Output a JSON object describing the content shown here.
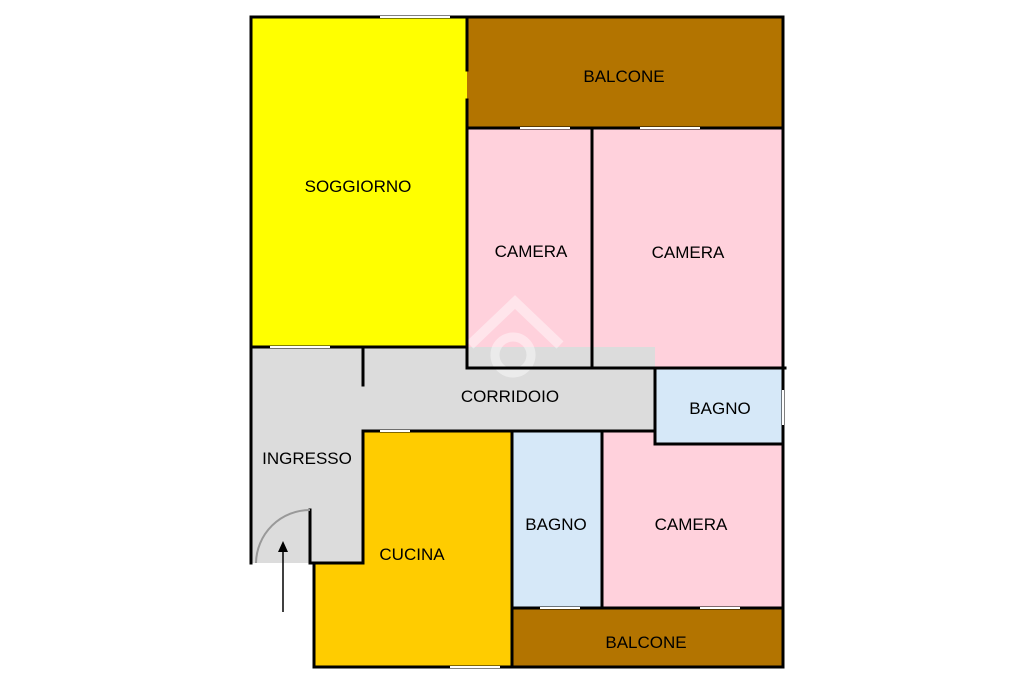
{
  "rooms": {
    "soggiorno": {
      "label": "SOGGIORNO",
      "color": "#ffff00"
    },
    "balcone_top": {
      "label": "BALCONE",
      "color": "#b37400"
    },
    "camera_1": {
      "label": "CAMERA",
      "color": "#ffd1dc"
    },
    "camera_2": {
      "label": "CAMERA",
      "color": "#ffd1dc"
    },
    "corridoio": {
      "label": "CORRIDOIO",
      "color": "#dcdcdc"
    },
    "bagno_1": {
      "label": "BAGNO",
      "color": "#d6e8f8"
    },
    "ingresso": {
      "label": "INGRESSO",
      "color": "#dcdcdc"
    },
    "cucina": {
      "label": "CUCINA",
      "color": "#ffcc00"
    },
    "bagno_2": {
      "label": "BAGNO",
      "color": "#d6e8f8"
    },
    "camera_3": {
      "label": "CAMERA",
      "color": "#ffd1dc"
    },
    "balcone_bottom": {
      "label": "BALCONE",
      "color": "#b37400"
    }
  },
  "entrance": {
    "icon": "entrance-arrow-icon"
  },
  "watermark": {
    "icon": "house-watermark-icon",
    "color": "#ffffff"
  }
}
